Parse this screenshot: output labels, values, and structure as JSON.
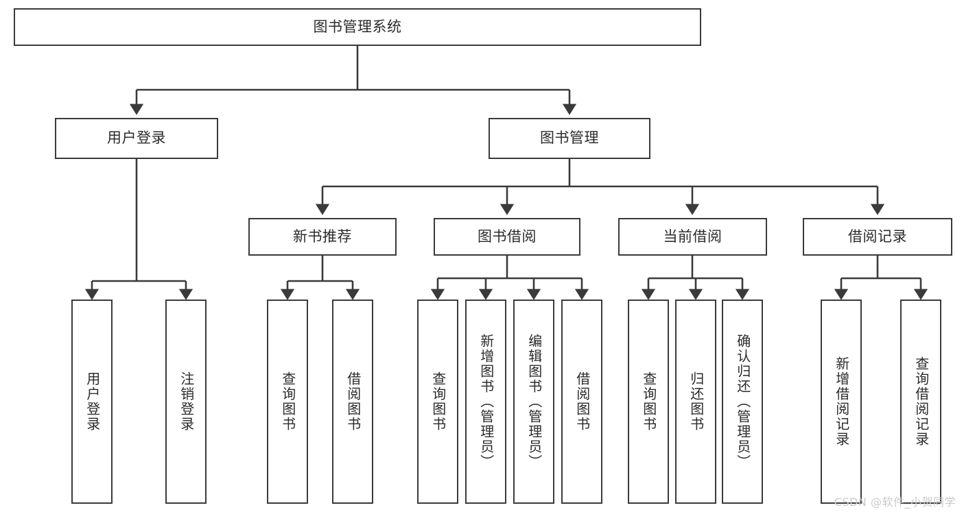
{
  "diagram": {
    "title": "图书管理系统",
    "type": "tree",
    "colors": {
      "stroke": "#3a3a3a",
      "fill": "#ffffff",
      "text": "#2b2b2b",
      "watermark": "#c9c9c9"
    },
    "root": {
      "label": "图书管理系统"
    },
    "level2": [
      {
        "label": "用户登录"
      },
      {
        "label": "图书管理"
      }
    ],
    "level3": [
      {
        "label": "新书推荐"
      },
      {
        "label": "图书借阅"
      },
      {
        "label": "当前借阅"
      },
      {
        "label": "借阅记录"
      }
    ],
    "leaves": {
      "user_login": [
        {
          "label": "用户登录"
        },
        {
          "label": "注销登录"
        }
      ],
      "new_book_recommend": [
        {
          "label": "查询图书"
        },
        {
          "label": "借阅图书"
        }
      ],
      "book_borrow": [
        {
          "label": "查询图书"
        },
        {
          "label": "新增图书（管理员）"
        },
        {
          "label": "编辑图书（管理员）"
        },
        {
          "label": "借阅图书"
        }
      ],
      "current_borrow": [
        {
          "label": "查询图书"
        },
        {
          "label": "归还图书"
        },
        {
          "label": "确认归还（管理员）"
        }
      ],
      "borrow_record": [
        {
          "label": "新增借阅记录"
        },
        {
          "label": "查询借阅记录"
        }
      ]
    },
    "watermark": "CSDN @软件_小贺同学"
  }
}
